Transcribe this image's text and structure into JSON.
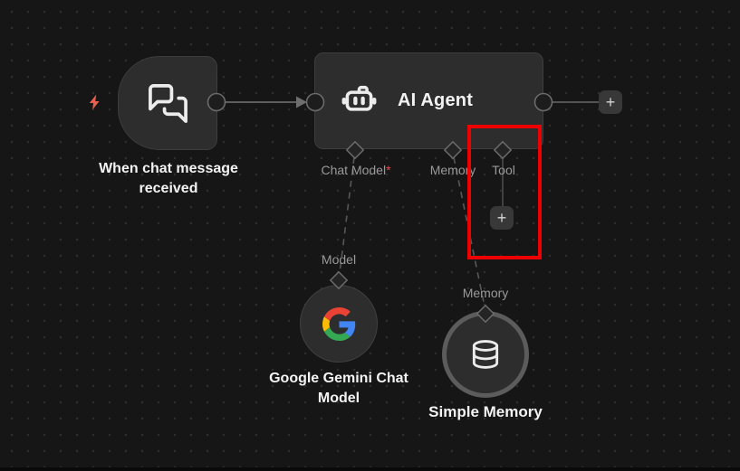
{
  "colors": {
    "canvas_bg": "#161616",
    "grid_dot": "#2d2d2d",
    "node_bg": "#2d2d2d",
    "node_border": "#3d3d3d",
    "wire": "#5e5e5e",
    "port_label": "#9a9a9a",
    "text": "#f3f3f3",
    "required_asterisk": "#e84c4c",
    "lightning": "#e9604f",
    "highlight_red": "#ee0000",
    "button_bg": "#383838",
    "memory_ring": "#5c5c5c"
  },
  "trigger": {
    "label": "When chat message received"
  },
  "agent": {
    "title": "AI Agent",
    "ports": {
      "chat_model": {
        "label": "Chat Model",
        "required_mark": "*"
      },
      "memory": {
        "label": "Memory"
      },
      "tool": {
        "label": "Tool"
      }
    }
  },
  "buttons": {
    "add_tool": "+",
    "add_next": "+"
  },
  "gemini": {
    "port_label": "Model",
    "label": "Google Gemini Chat Model",
    "logo_colors": {
      "blue": "#4285F4",
      "red": "#EA4335",
      "yellow": "#FBBC05",
      "green": "#34A853"
    }
  },
  "simple_memory": {
    "port_label": "Memory",
    "label": "Simple Memory"
  }
}
